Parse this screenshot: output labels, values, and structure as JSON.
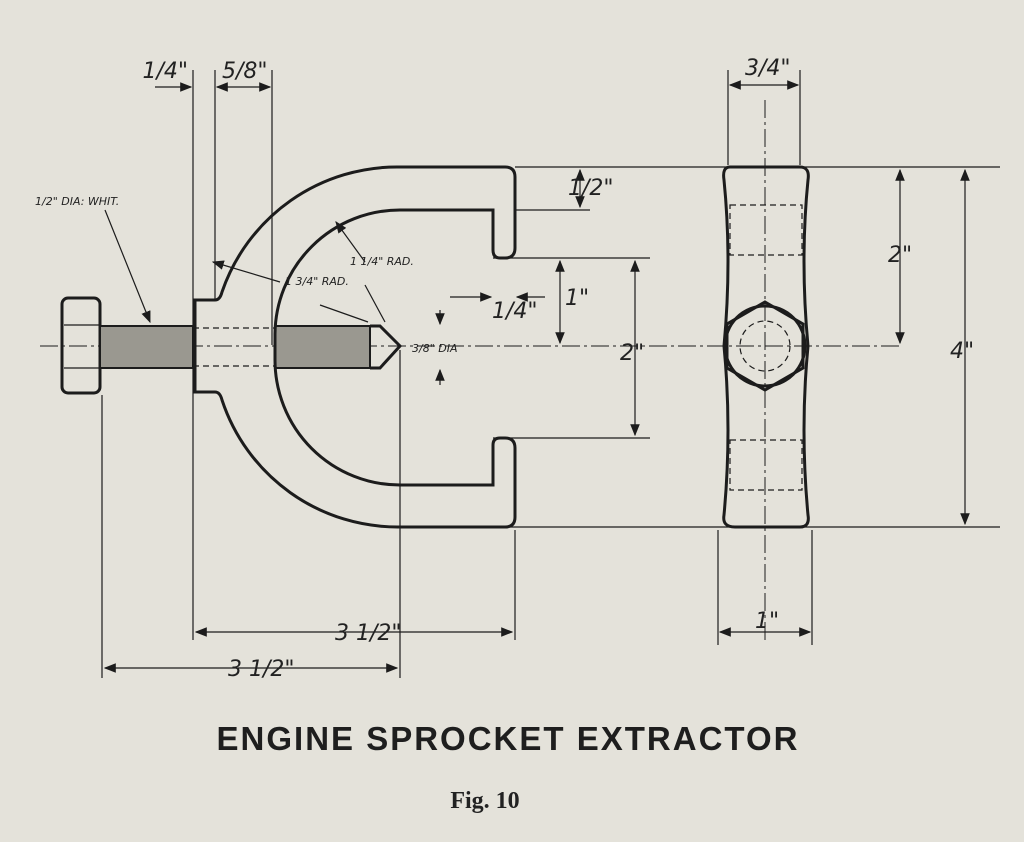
{
  "title": "ENGINE SPROCKET EXTRACTOR",
  "figure": "Fig. 10",
  "dimensions": {
    "boss_width": "1/4\"",
    "arm_width": "5/8\"",
    "bolt": "1/2\" DIA: WHIT.",
    "outer_radius": "1 3/4\" RAD.",
    "inner_radius": "1 1/4\" RAD.",
    "lip_thickness": "1/2\"",
    "lip_depth": "1/4\"",
    "jaw_gap_half": "1\"",
    "point_dia": "3/8\" DIA",
    "jaw_gap": "2\"",
    "side_width_top": "3/4\"",
    "side_height_inner": "2\"",
    "overall_height": "4\"",
    "side_width_bottom": "1\"",
    "body_length": "3 1/2\"",
    "bolt_length": "3 1/2\""
  }
}
